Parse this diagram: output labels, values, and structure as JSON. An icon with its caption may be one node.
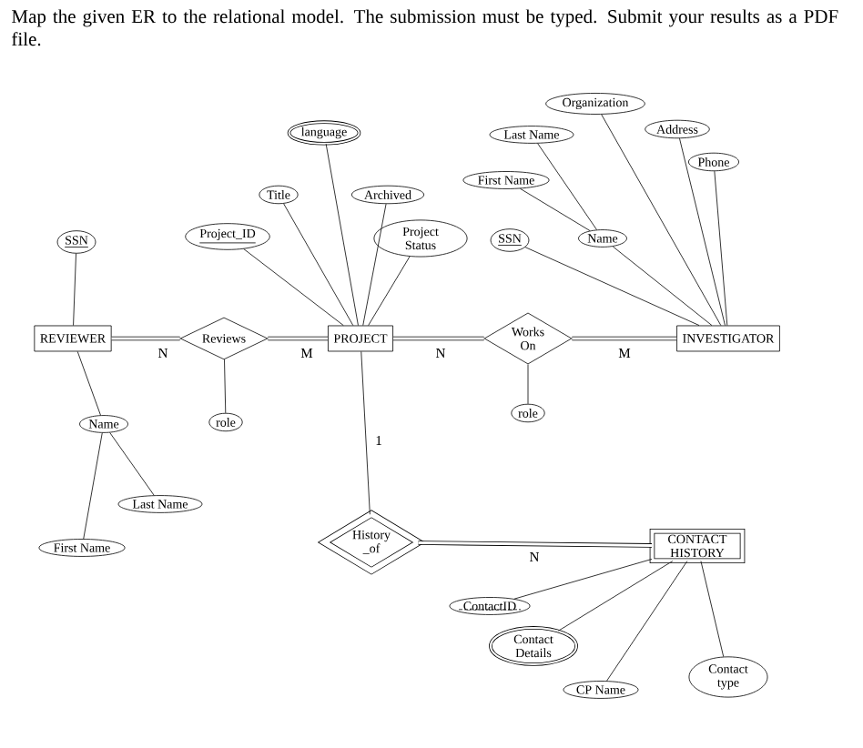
{
  "diagram": {
    "title": "Map the given ER to the relational model. The submission must be typed. Submit your results as a PDF file.",
    "nodes": [
      {
        "text": [
          "REVIEWER"
        ]
      },
      {
        "text": [
          "Reviews"
        ]
      },
      {
        "text": [
          "PROJECT"
        ]
      },
      {
        "text": [
          "Works On"
        ]
      },
      {
        "text": [
          "INVESTIGATOR"
        ]
      },
      {
        "text": [
          "SSN"
        ]
      },
      {
        "text": [
          "Project_ID"
        ]
      },
      {
        "text": [
          "Title"
        ]
      },
      {
        "text": [
          "language"
        ]
      },
      {
        "text": [
          "Archived"
        ]
      },
      {
        "text": [
          "Project Status"
        ]
      },
      {
        "text": [
          "SSN"
        ]
      },
      {
        "text": [
          "Name"
        ]
      },
      {
        "text": [
          "First Name"
        ]
      },
      {
        "text": [
          "Last Name"
        ]
      },
      {
        "text": [
          "Organization"
        ]
      },
      {
        "text": [
          "Address"
        ]
      },
      {
        "text": [
          "Phone"
        ]
      },
      {
        "text": [
          "Name"
        ]
      },
      {
        "text": [
          "Last Name"
        ]
      },
      {
        "text": [
          "First Name"
        ]
      },
      {
        "text": [
          "role"
        ]
      },
      {
        "text": [
          "role"
        ]
      },
      {
        "text": [
          "History _of"
        ]
      },
      {
        "text": [
          "CONTACT HISTORY"
        ]
      },
      {
        "text": [
          "ContactID"
        ]
      },
      {
        "text": [
          "Contact Details"
        ]
      },
      {
        "text": [
          "CP Name"
        ]
      },
      {
        "text": [
          "Contact type"
        ]
      }
    ],
    "edges": [
      {
        "from": 0,
        "to": 1,
        "arrow": "none",
        "label": "N",
        "style": "thick"
      },
      {
        "from": 1,
        "to": 2,
        "arrow": "none",
        "label": "M",
        "style": "thick"
      },
      {
        "from": 2,
        "to": 3,
        "arrow": "none",
        "label": "N",
        "style": "thick"
      },
      {
        "from": 3,
        "to": 4,
        "arrow": "none",
        "label": "M",
        "style": "thick"
      },
      {
        "from": 5,
        "to": 0,
        "arrow": "none"
      },
      {
        "from": 6,
        "to": 2,
        "arrow": "none"
      },
      {
        "from": 7,
        "to": 2,
        "arrow": "none"
      },
      {
        "from": 8,
        "to": 2,
        "arrow": "none"
      },
      {
        "from": 9,
        "to": 2,
        "arrow": "none"
      },
      {
        "from": 10,
        "to": 2,
        "arrow": "none"
      },
      {
        "from": 11,
        "to": 4,
        "arrow": "none"
      },
      {
        "from": 12,
        "to": 4,
        "arrow": "none"
      },
      {
        "from": 13,
        "to": 12,
        "arrow": "none"
      },
      {
        "from": 14,
        "to": 12,
        "arrow": "none"
      },
      {
        "from": 15,
        "to": 4,
        "arrow": "none"
      },
      {
        "from": 16,
        "to": 4,
        "arrow": "none"
      },
      {
        "from": 17,
        "to": 4,
        "arrow": "none"
      },
      {
        "from": 0,
        "to": 18,
        "arrow": "none"
      },
      {
        "from": 18,
        "to": 19,
        "arrow": "none"
      },
      {
        "from": 18,
        "to": 20,
        "arrow": "none"
      },
      {
        "from": 1,
        "to": 21,
        "arrow": "none"
      },
      {
        "from": 3,
        "to": 22,
        "arrow": "none"
      },
      {
        "from": 2,
        "to": 23,
        "arrow": "none",
        "label": "1"
      },
      {
        "from": 23,
        "to": 24,
        "arrow": "none",
        "label": "N",
        "style": "thick"
      },
      {
        "from": 24,
        "to": 25,
        "arrow": "none"
      },
      {
        "from": 24,
        "to": 26,
        "arrow": "none"
      },
      {
        "from": 24,
        "to": 27,
        "arrow": "none"
      },
      {
        "from": 24,
        "to": 28,
        "arrow": "none"
      }
    ]
  }
}
